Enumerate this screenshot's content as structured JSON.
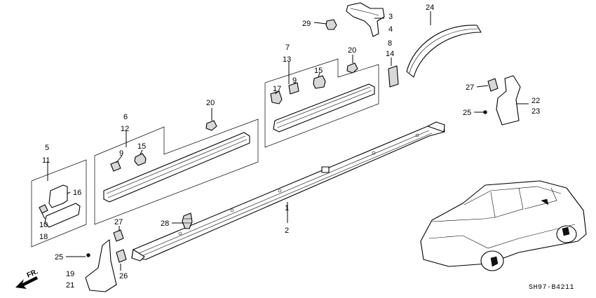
{
  "callouts": {
    "n1": "1",
    "n2": "2",
    "n3": "3",
    "n4": "4",
    "n5": "5",
    "n6": "6",
    "n7": "7",
    "n8": "8",
    "n9a": "9",
    "n9b": "9",
    "n10": "10",
    "n11": "11",
    "n12": "12",
    "n13": "13",
    "n14": "14",
    "n15a": "15",
    "n15b": "15",
    "n16": "16",
    "n17": "17",
    "n18": "18",
    "n19": "19",
    "n20a": "20",
    "n20b": "20",
    "n21": "21",
    "n22": "22",
    "n23": "23",
    "n24": "24",
    "n25a": "25",
    "n25b": "25",
    "n26": "26",
    "n27a": "27",
    "n27b": "27",
    "n28": "28",
    "n29": "29"
  },
  "direction_label": "FR.",
  "diagram_code": "SH97-B4211",
  "icons": {
    "direction": "arrow-front-icon",
    "vehicle": "car-silhouette-icon"
  }
}
